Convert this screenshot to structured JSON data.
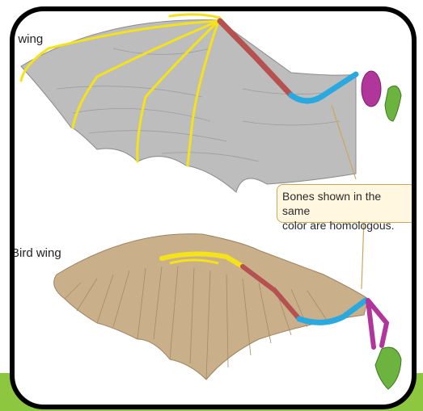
{
  "labels": {
    "bat": "t wing",
    "bird": "Bird wing"
  },
  "callout": {
    "line1": "Bones shown in the same",
    "line2": "color are homologous."
  },
  "colors": {
    "frame_border": "#000000",
    "bottom_bar": "#8dc63f",
    "humerus_red": "#b5524f",
    "radius_ulna_blue": "#29a9e0",
    "carpal_magenta": "#b0369b",
    "scapula_green": "#6cb33f",
    "digits_yellow": "#f4e21b",
    "bat_membrane": "#bdbdbd",
    "bird_feathers": "#c9b08b",
    "callout_fill": "#fff7e0",
    "callout_border": "#c9a85d"
  }
}
